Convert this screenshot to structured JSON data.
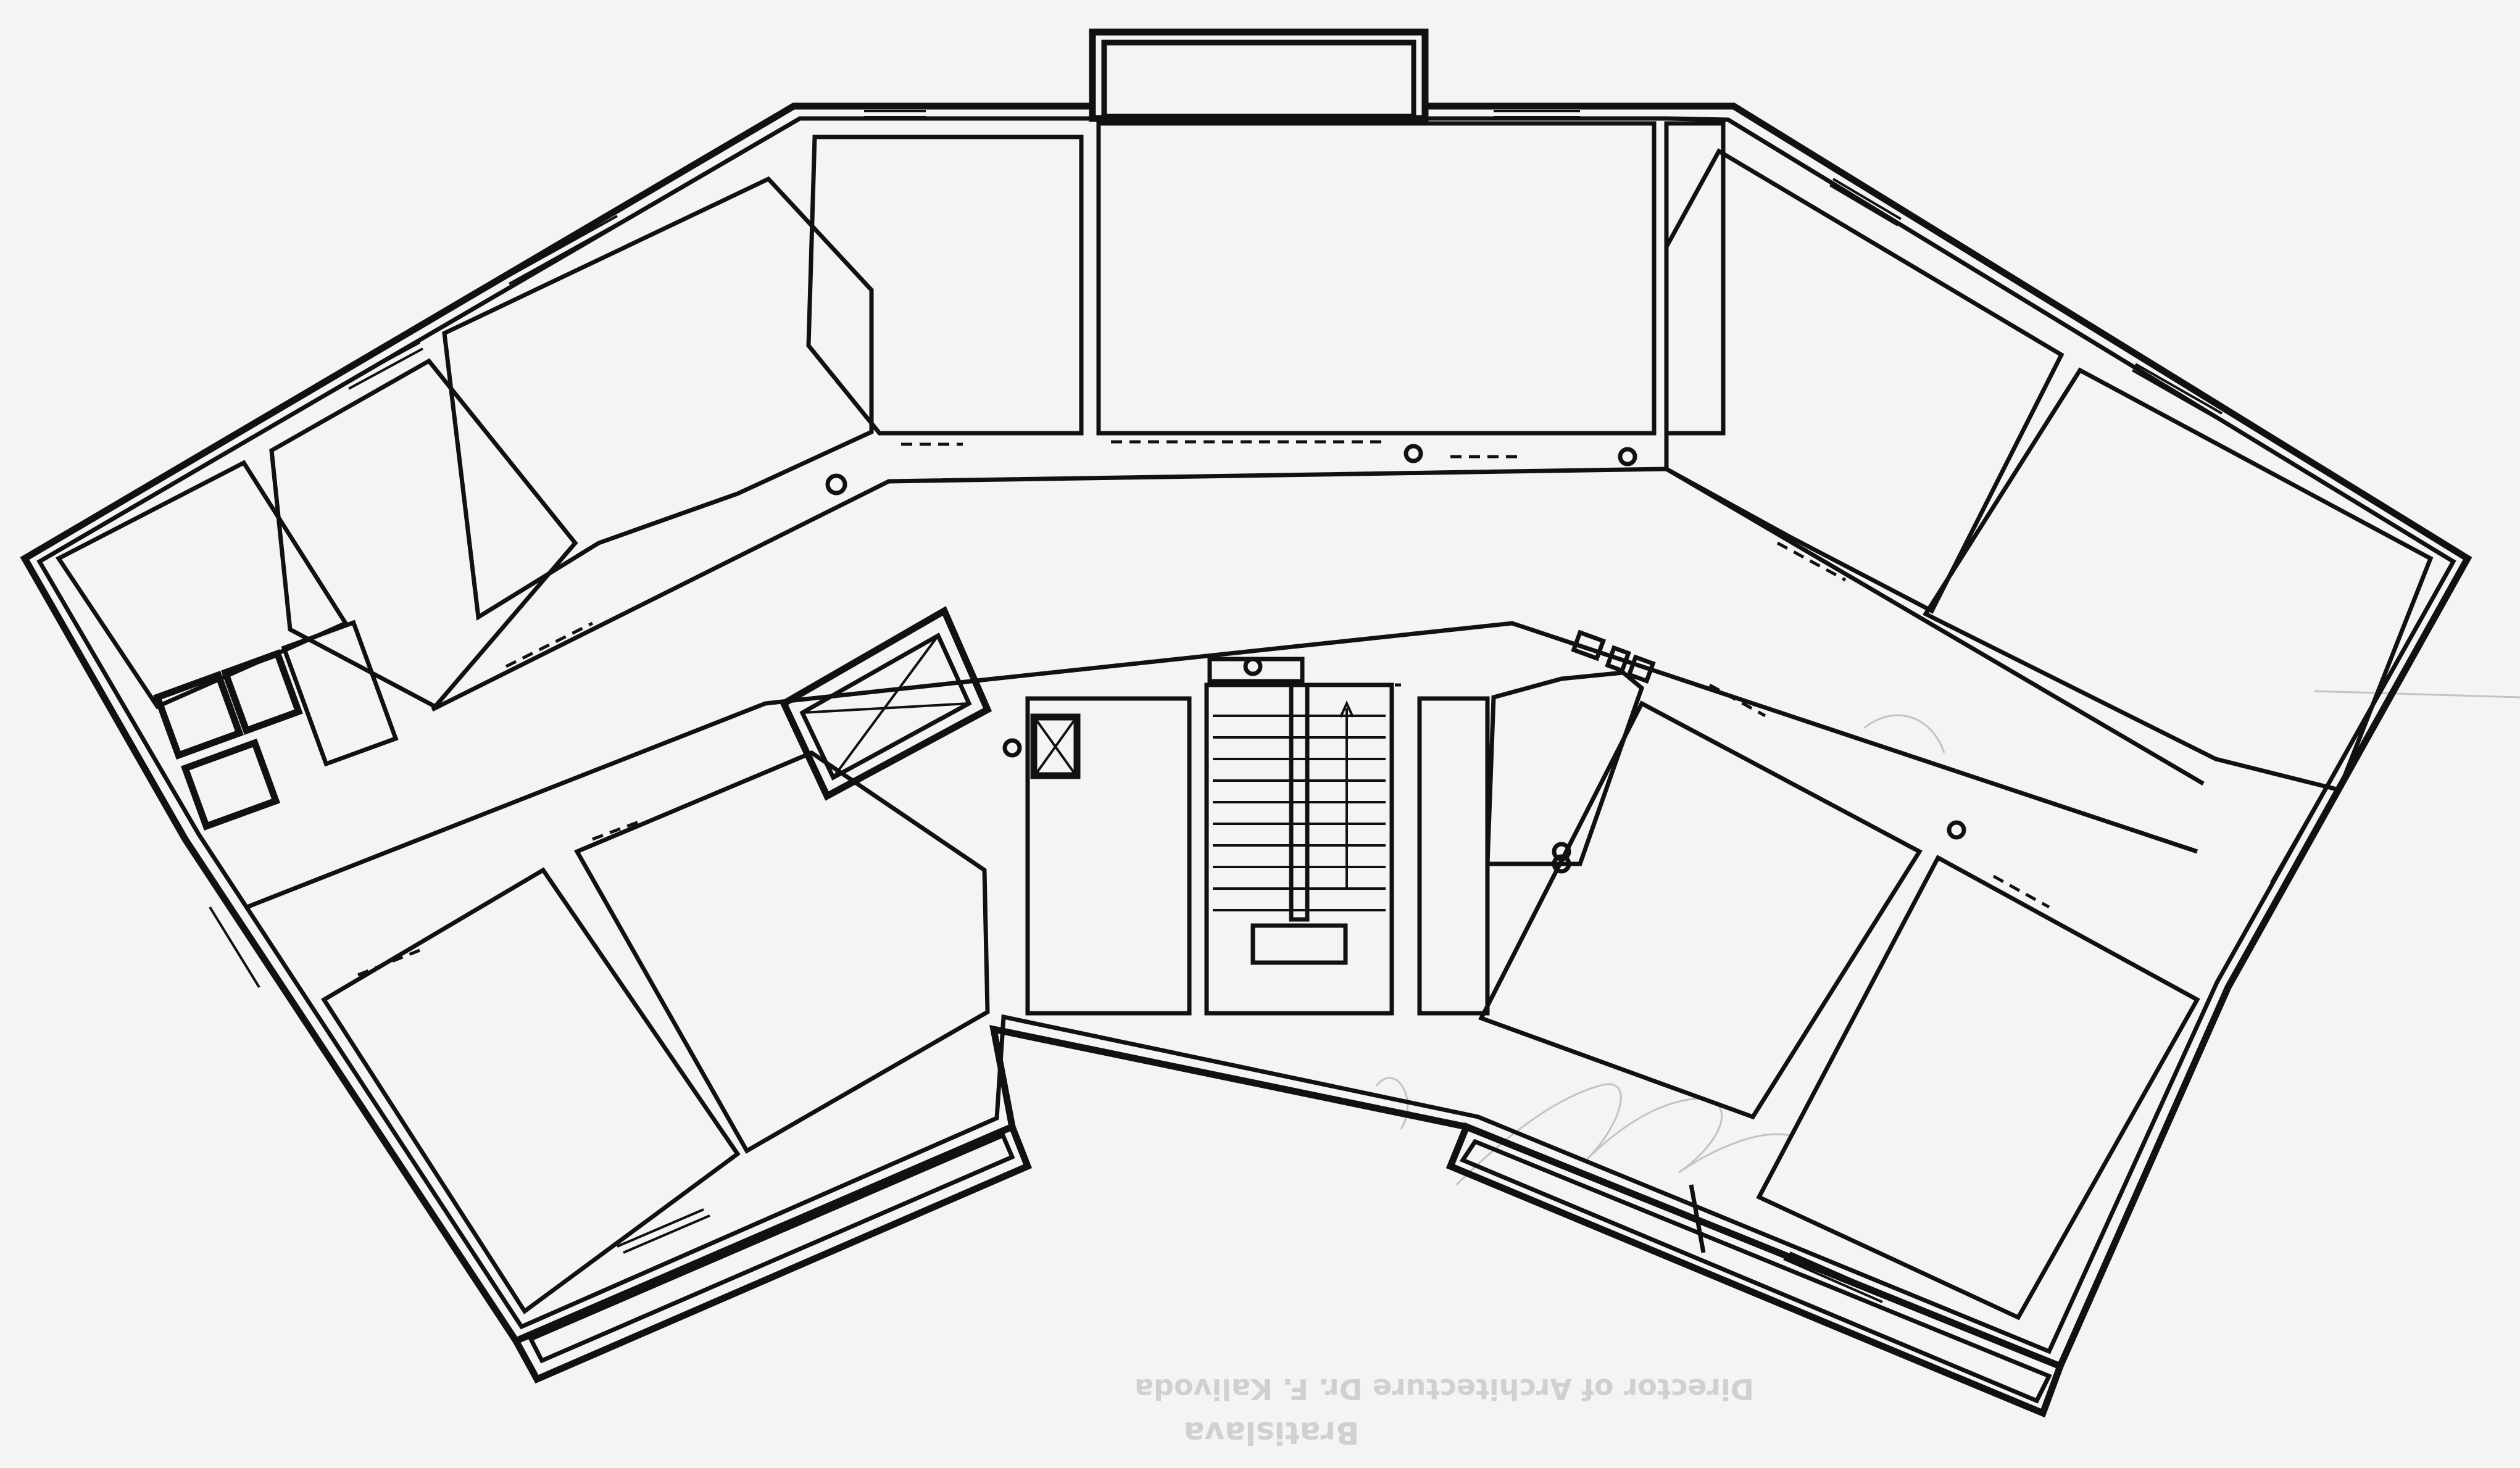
{
  "drawing": {
    "type": "floor-plan",
    "background_color": "#f4f4f2",
    "line_color": "#111111",
    "show_through_text": [
      "Director of Architecture Dr. F. Kalivoda",
      "Bratislava"
    ]
  }
}
